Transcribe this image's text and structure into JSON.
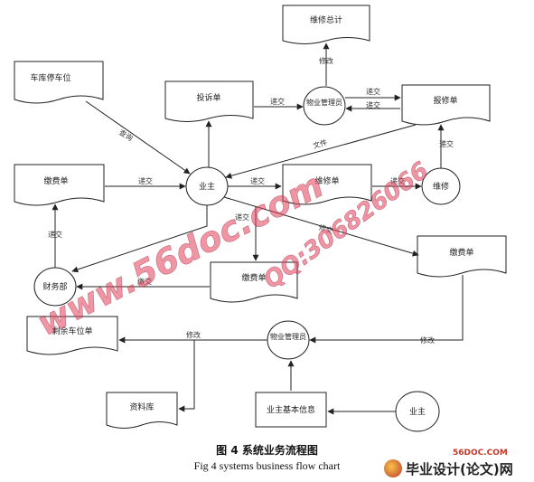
{
  "nodes": {
    "weixiu_zongji": "维修总计",
    "chekuxx": "车库停车位",
    "tousu": "投诉单",
    "wuye1": "物业管理员",
    "baoxiu": "报修单",
    "jiaofei_left": "缴费单",
    "yezhu_main": "业主",
    "weixiu_mid": "维修单",
    "weixiu_circle": "维修",
    "caiwu": "财务部",
    "jiaofei_center": "缴费单",
    "jiaofei_right": "缴费单",
    "shengyu": "剩余车位单",
    "wuye2": "物业管理员",
    "ziliaoku": "资料库",
    "yezhu_info": "业主基本信息",
    "yezhu_bottom": "业主"
  },
  "edge_labels": {
    "xiugai_top": "修改",
    "dijiao_a": "递交",
    "dijiao_b": "递交",
    "dijiao_tousu": "递交",
    "chaxun": "查询",
    "wenjian": "文件",
    "dijiao_left": "递交",
    "dijiao_mid": "递交",
    "dijiao_right": "递交",
    "dijiao_up": "递交",
    "dijiao_down": "递交",
    "dijiao_caiwu": "递交",
    "lingqu": "缴交",
    "xiugai_diag": "修交",
    "xiugai_left": "修改",
    "xiugai_right": "修改"
  },
  "watermark": {
    "line1": "www.56doc.com",
    "line2": "QQ:306826066"
  },
  "caption": {
    "cn": "图 4 系统业务流程图",
    "en": "Fig 4 systems business flow chart"
  },
  "logo": {
    "site": "56DOC.COM",
    "text": "毕业设计(论文)网"
  },
  "colors": {
    "stroke": "#222222",
    "watermark": "#e0405a"
  }
}
